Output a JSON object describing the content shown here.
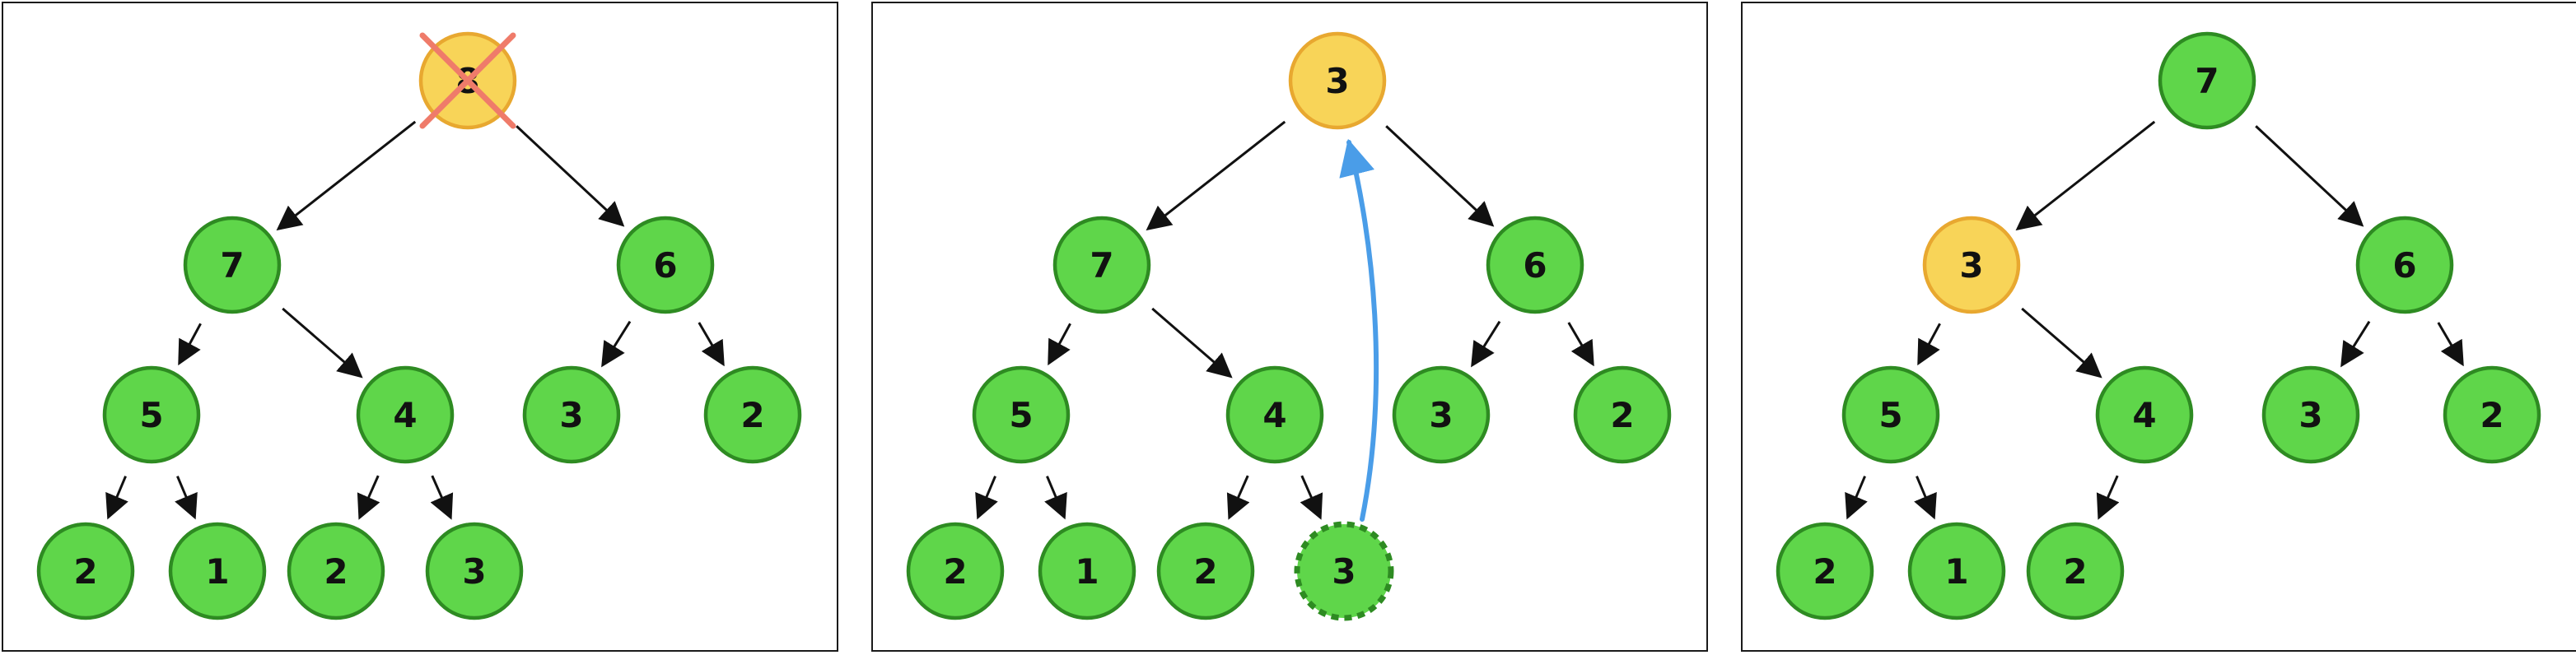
{
  "colors": {
    "node_fill": "#5fd64a",
    "node_stroke": "#2e8b22",
    "highlight_fill": "#f8d458",
    "highlight_stroke": "#e8a830",
    "cross": "#ef7b6a",
    "move_arrow": "#4a9de8",
    "edge": "#111111",
    "label": "#111111"
  },
  "panels": [
    {
      "nodes": [
        {
          "id": "n0",
          "label": "8",
          "style": "removed"
        },
        {
          "id": "n1",
          "label": "7",
          "style": "normal"
        },
        {
          "id": "n2",
          "label": "6",
          "style": "normal"
        },
        {
          "id": "n3",
          "label": "5",
          "style": "normal"
        },
        {
          "id": "n4",
          "label": "4",
          "style": "normal"
        },
        {
          "id": "n5",
          "label": "3",
          "style": "normal"
        },
        {
          "id": "n6",
          "label": "2",
          "style": "normal"
        },
        {
          "id": "n7",
          "label": "2",
          "style": "normal"
        },
        {
          "id": "n8",
          "label": "1",
          "style": "normal"
        },
        {
          "id": "n9",
          "label": "2",
          "style": "normal"
        },
        {
          "id": "n10",
          "label": "3",
          "style": "normal"
        }
      ],
      "edges": [
        [
          "n0",
          "n1"
        ],
        [
          "n0",
          "n2"
        ],
        [
          "n1",
          "n3"
        ],
        [
          "n1",
          "n4"
        ],
        [
          "n2",
          "n5"
        ],
        [
          "n2",
          "n6"
        ],
        [
          "n3",
          "n7"
        ],
        [
          "n3",
          "n8"
        ],
        [
          "n4",
          "n9"
        ],
        [
          "n4",
          "n10"
        ]
      ],
      "move_arrow": false
    },
    {
      "nodes": [
        {
          "id": "n0",
          "label": "3",
          "style": "highlight"
        },
        {
          "id": "n1",
          "label": "7",
          "style": "normal"
        },
        {
          "id": "n2",
          "label": "6",
          "style": "normal"
        },
        {
          "id": "n3",
          "label": "5",
          "style": "normal"
        },
        {
          "id": "n4",
          "label": "4",
          "style": "normal"
        },
        {
          "id": "n5",
          "label": "3",
          "style": "normal"
        },
        {
          "id": "n6",
          "label": "2",
          "style": "normal"
        },
        {
          "id": "n7",
          "label": "2",
          "style": "normal"
        },
        {
          "id": "n8",
          "label": "1",
          "style": "normal"
        },
        {
          "id": "n9",
          "label": "2",
          "style": "normal"
        },
        {
          "id": "n10",
          "label": "3",
          "style": "dashed"
        }
      ],
      "edges": [
        [
          "n0",
          "n1"
        ],
        [
          "n0",
          "n2"
        ],
        [
          "n1",
          "n3"
        ],
        [
          "n1",
          "n4"
        ],
        [
          "n2",
          "n5"
        ],
        [
          "n2",
          "n6"
        ],
        [
          "n3",
          "n7"
        ],
        [
          "n3",
          "n8"
        ],
        [
          "n4",
          "n9"
        ],
        [
          "n4",
          "n10"
        ]
      ],
      "move_arrow": true
    },
    {
      "nodes": [
        {
          "id": "n0",
          "label": "7",
          "style": "normal"
        },
        {
          "id": "n1",
          "label": "3",
          "style": "highlight"
        },
        {
          "id": "n2",
          "label": "6",
          "style": "normal"
        },
        {
          "id": "n3",
          "label": "5",
          "style": "normal"
        },
        {
          "id": "n4",
          "label": "4",
          "style": "normal"
        },
        {
          "id": "n5",
          "label": "3",
          "style": "normal"
        },
        {
          "id": "n6",
          "label": "2",
          "style": "normal"
        },
        {
          "id": "n7",
          "label": "2",
          "style": "normal"
        },
        {
          "id": "n8",
          "label": "1",
          "style": "normal"
        },
        {
          "id": "n9",
          "label": "2",
          "style": "normal"
        }
      ],
      "edges": [
        [
          "n0",
          "n1"
        ],
        [
          "n0",
          "n2"
        ],
        [
          "n1",
          "n3"
        ],
        [
          "n1",
          "n4"
        ],
        [
          "n2",
          "n5"
        ],
        [
          "n2",
          "n6"
        ],
        [
          "n3",
          "n7"
        ],
        [
          "n3",
          "n8"
        ],
        [
          "n4",
          "n9"
        ]
      ],
      "move_arrow": false
    }
  ]
}
